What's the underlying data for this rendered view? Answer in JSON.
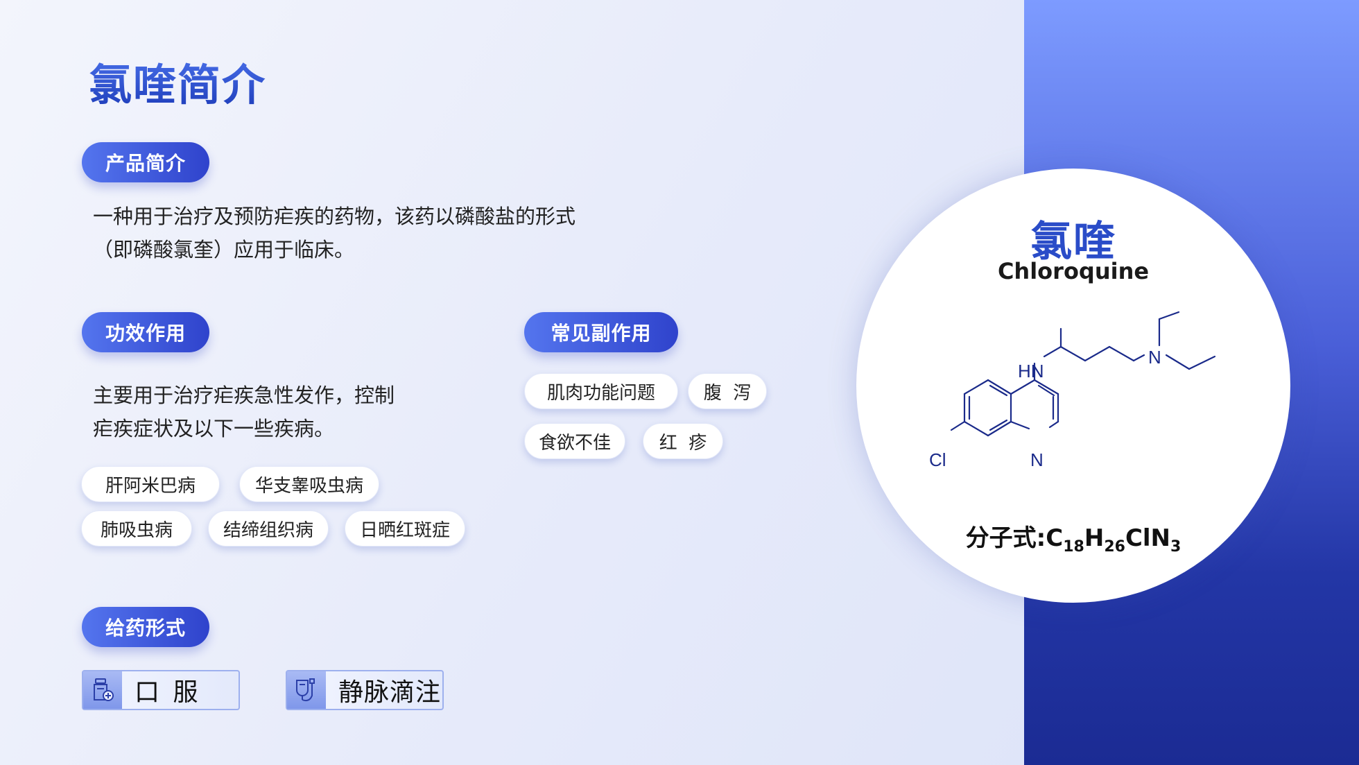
{
  "title": "氯喹简介",
  "product_intro": {
    "heading": "产品简介",
    "line1": "一种用于治疗及预防疟疾的药物，该药以磷酸盐的形式",
    "line2": "（即磷酸氯奎）应用于临床。"
  },
  "efficacy": {
    "heading": "功效作用",
    "line1": "主要用于治疗疟疾急性发作，控制",
    "line2": "疟疾症状及以下一些疾病。",
    "tags": [
      "肝阿米巴病",
      "华支睾吸虫病",
      "肺吸虫病",
      "结缔组织病",
      "日晒红斑症"
    ]
  },
  "side_effects": {
    "heading": "常见副作用",
    "tags": [
      "肌肉功能问题",
      "腹  泻",
      "食欲不佳",
      "红  疹"
    ]
  },
  "administration": {
    "heading": "给药形式",
    "routes": [
      {
        "label": "口 服",
        "icon": "medicine-bottle-icon"
      },
      {
        "label": "静脉滴注",
        "icon": "iv-drip-icon"
      }
    ]
  },
  "drug_card": {
    "name_cn": "氯喹",
    "name_en": "Chloroquine",
    "formula_prefix": "分子式:",
    "formula_parts": {
      "c": "C",
      "c_n": "18",
      "h": "H",
      "h_n": "26",
      "rest": "ClN",
      "n_n": "3"
    },
    "atoms": {
      "hn": "HN",
      "n_amine": "N",
      "cl": "Cl",
      "n_ring": "N"
    }
  },
  "colors": {
    "accent": "#2f43cc",
    "title": "#2a4cc8",
    "panel_dark": "#1b2b93"
  }
}
